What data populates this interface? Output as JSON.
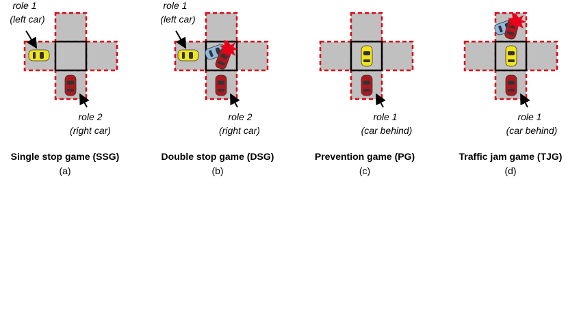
{
  "panels": [
    {
      "id": "a",
      "title": "Single stop game (SSG)",
      "sublabel": "(a)",
      "labels": [
        {
          "line1": "role 1",
          "line2": "(left car)"
        },
        {
          "line1": "role 2",
          "line2": "(right car)"
        }
      ]
    },
    {
      "id": "b",
      "title": "Double stop game (DSG)",
      "sublabel": "(b)",
      "labels": [
        {
          "line1": "role 1",
          "line2": "(left car)"
        },
        {
          "line1": "role 2",
          "line2": "(right car)"
        }
      ]
    },
    {
      "id": "c",
      "title": "Prevention game (PG)",
      "sublabel": "(c)",
      "labels": [
        {
          "line1": "role 1",
          "line2": "(car behind)"
        }
      ]
    },
    {
      "id": "d",
      "title": "Traffic jam game (TJG)",
      "sublabel": "(d)",
      "labels": [
        {
          "line1": "role 1",
          "line2": "(car behind)"
        }
      ]
    }
  ],
  "colors": {
    "road": "#c0c0c0",
    "dashed_border": "#e0000f",
    "yellow_car": "#f2e41c",
    "red_car": "#b01820",
    "blue_car": "#8fb8e0",
    "crash": "#e8001a"
  }
}
